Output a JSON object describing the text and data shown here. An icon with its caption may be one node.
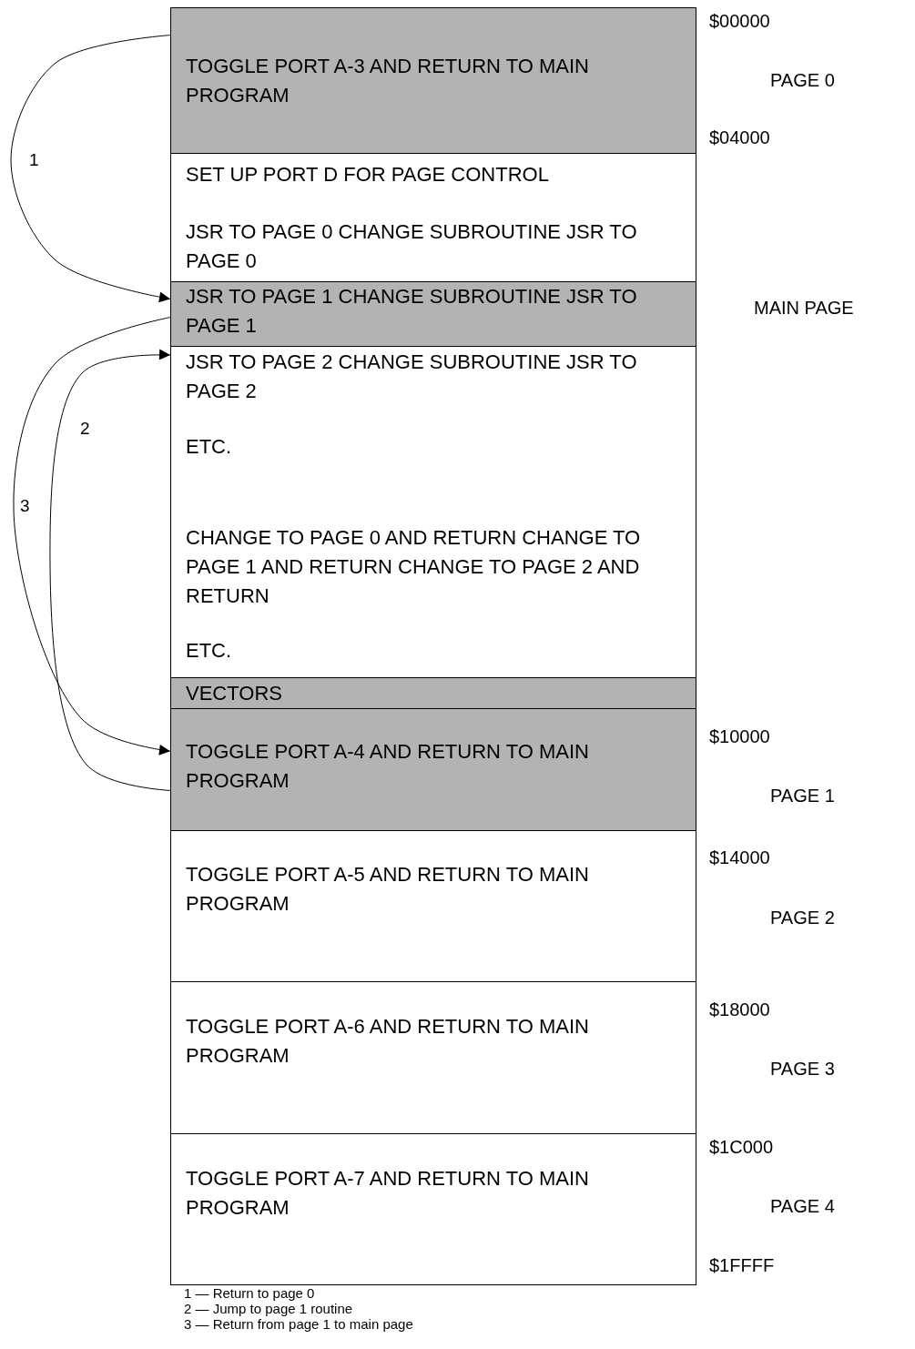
{
  "diagram": {
    "nodes": [
      {
        "text": [
          "TOGGLE PORT A-3 AND RETURN TO MAIN PROGRAM"
        ]
      },
      {
        "text": [
          "SET UP PORT D FOR PAGE CONTROL",
          "JSR TO PAGE 0 CHANGE SUBROUTINE JSR TO PAGE 0"
        ]
      },
      {
        "text": [
          "JSR TO PAGE 1 CHANGE SUBROUTINE JSR TO PAGE 1"
        ]
      },
      {
        "text": [
          "JSR TO PAGE 2 CHANGE SUBROUTINE JSR TO PAGE 2",
          "ETC.",
          "CHANGE TO PAGE 0 AND RETURN CHANGE TO PAGE 1 AND RETURN CHANGE TO PAGE 2 AND RETURN",
          "ETC."
        ]
      },
      {
        "text": [
          "VECTORS"
        ]
      },
      {
        "text": [
          "TOGGLE PORT A-4 AND RETURN TO MAIN PROGRAM"
        ]
      },
      {
        "text": [
          "TOGGLE PORT A-5 AND RETURN TO MAIN PROGRAM"
        ]
      },
      {
        "text": [
          "TOGGLE PORT A-6 AND RETURN TO MAIN PROGRAM"
        ]
      },
      {
        "text": [
          "TOGGLE PORT A-7 AND RETURN TO MAIN PROGRAM"
        ]
      }
    ],
    "edges": [
      {
        "from": 0,
        "to": 2,
        "arrow": "to",
        "label": "1"
      },
      {
        "from": 5,
        "to": 3,
        "arrow": "to",
        "label": "2"
      },
      {
        "from": 2,
        "to": 5,
        "arrow": "to",
        "label": "3"
      }
    ],
    "labels": [
      "$00000",
      "PAGE 0",
      "$04000",
      "MAIN PAGE",
      "$10000",
      "PAGE 1",
      "$14000",
      "PAGE 2",
      "$18000",
      "PAGE 3",
      "$1C000",
      "PAGE 4",
      "$1FFFF",
      "1 — Return to page 0",
      "2 — Jump to page 1 routine",
      "3 — Return from page 1 to main page"
    ]
  }
}
